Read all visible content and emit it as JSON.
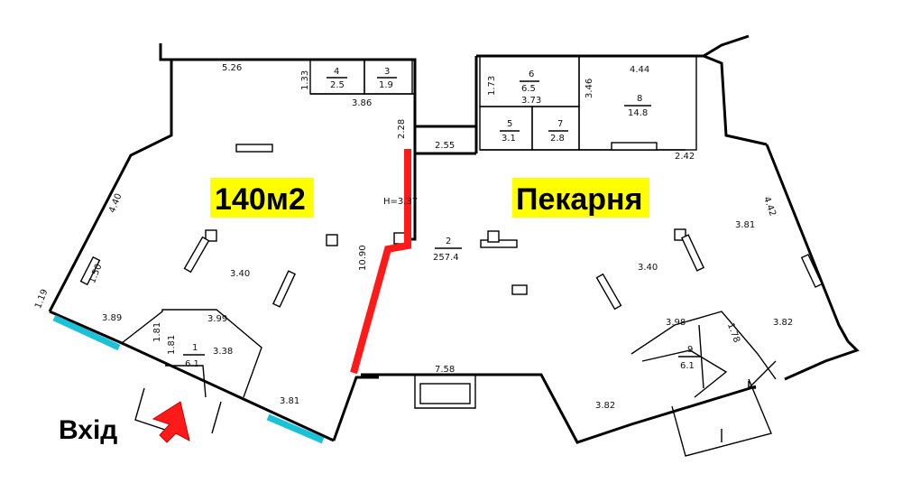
{
  "labels": {
    "area_left": "140м2",
    "area_right": "Пекарня",
    "entrance": "Вхід"
  },
  "colors": {
    "label_bg": "#ffff00",
    "highlight_wall": "#ff1a1a",
    "window": "#19c2d6",
    "line": "#000000"
  },
  "rooms": {
    "r1": {
      "num": "1",
      "area": "6.1"
    },
    "r2": {
      "num": "2",
      "area": "257.4"
    },
    "r3": {
      "num": "3",
      "area": "1.9"
    },
    "r4": {
      "num": "4",
      "area": "2.5"
    },
    "r5": {
      "num": "5",
      "area": "3.1"
    },
    "r6": {
      "num": "6",
      "area": "6.5"
    },
    "r7": {
      "num": "7",
      "area": "2.8"
    },
    "r8": {
      "num": "8",
      "area": "14.8"
    },
    "r9": {
      "num": "9",
      "area": "6.1"
    }
  },
  "dims": {
    "d526": "5.26",
    "d133": "1.33",
    "d386": "3.86",
    "d228": "2.28",
    "d255": "2.55",
    "d173": "1.73",
    "d373": "3.73",
    "d346": "3.46",
    "d444": "4.44",
    "d242": "2.42",
    "d442": "4.42",
    "d440": "4.40",
    "d150": "1.50",
    "d119": "1.19",
    "d389": "3.89",
    "d181a": "1.81",
    "d181b": "1.81",
    "d399": "3.99",
    "d338": "3.38",
    "d340a": "3.40",
    "d1090": "10.90",
    "height": "H=3.37",
    "d381a": "3.81",
    "d381b": "3.81",
    "d340b": "3.40",
    "d398": "3.98",
    "d178": "1.78",
    "d382a": "3.82",
    "d382b": "3.82",
    "d758": "7.58"
  }
}
